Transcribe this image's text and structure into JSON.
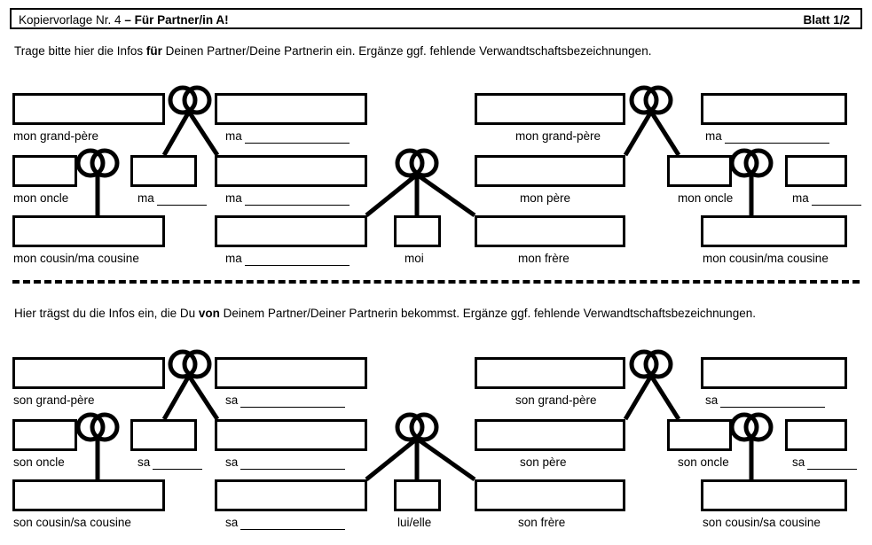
{
  "header": {
    "title_plain": "Kopiervorlage Nr. 4 ",
    "title_bold": "– Für Partner/in A!",
    "sheet": "Blatt 1/2"
  },
  "instructions": {
    "top_part1": "Trage bitte hier die Infos ",
    "top_bold": "für",
    "top_part2": " Deinen Partner/Deine Partnerin ein. Ergänze ggf. fehlende Verwandtschaftsbezeichnungen.",
    "bottom_part1": "Hier trägst du die Infos ein, die Du ",
    "bottom_bold": "von",
    "bottom_part2": " Deinem Partner/Deiner Partnerin bekommst. Ergänze ggf. fehlende Verwandtschaftsbezeichnungen."
  },
  "trees": {
    "top": {
      "id": "tree-top",
      "labels": {
        "l_grandpere": "mon grand-père",
        "l_ma_grandmere": "ma",
        "l_oncle": "mon oncle",
        "l_ma_tante_short": "ma",
        "l_ma_mere": "ma",
        "l_cousin": "mon cousin/ma cousine",
        "l_ma_soeur": "ma",
        "l_moi": "moi",
        "r_grandpere": "mon grand-père",
        "r_ma_grandmere": "ma",
        "r_pere": "mon père",
        "r_oncle": "mon oncle",
        "r_ma_tante_short": "ma",
        "r_frere": "mon frère",
        "r_cousin": "mon cousin/ma cousine"
      }
    },
    "bottom": {
      "id": "tree-bottom",
      "labels": {
        "l_grandpere": "son grand-père",
        "l_ma_grandmere": "sa",
        "l_oncle": "son oncle",
        "l_ma_tante_short": "sa",
        "l_ma_mere": "sa",
        "l_cousin": "son cousin/sa cousine",
        "l_ma_soeur": "sa",
        "l_moi": "lui/elle",
        "r_grandpere": "son grand-père",
        "r_ma_grandmere": "sa",
        "r_pere": "son père",
        "r_oncle": "son oncle",
        "r_ma_tante_short": "sa",
        "r_frere": "son frère",
        "r_cousin": "son cousin/sa cousine"
      }
    }
  },
  "colors": {
    "ink": "#000000",
    "paper": "#ffffff"
  }
}
